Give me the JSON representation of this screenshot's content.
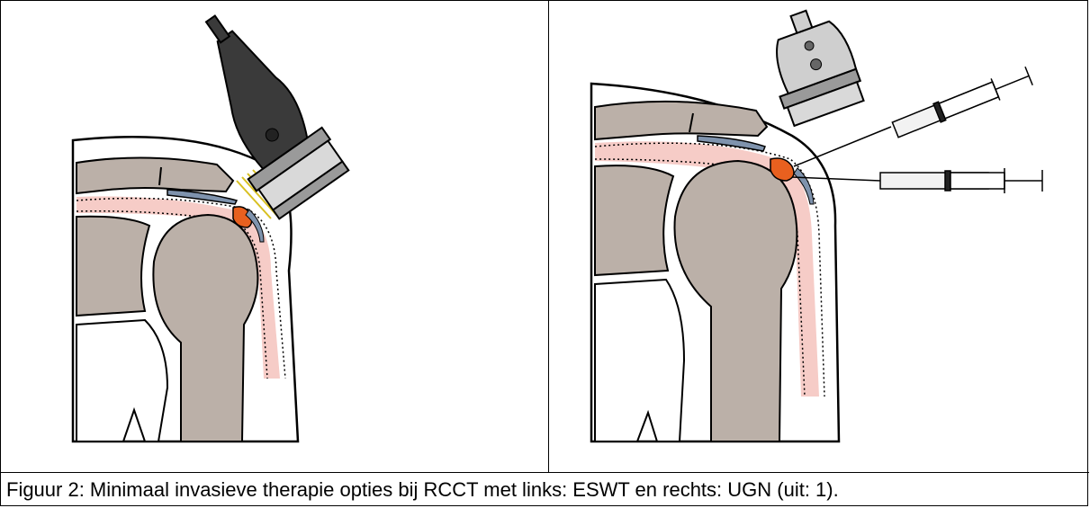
{
  "figure": {
    "caption": "Figuur 2: Minimaal invasieve therapie opties bij RCCT met links: ESWT en rechts: UGN (uit: 1).",
    "left_panel": {
      "illustration": "shoulder-eswt-ultrasound-probe"
    },
    "right_panel": {
      "illustration": "shoulder-ugn-needles-syringes"
    }
  },
  "colors": {
    "bone": "#bbb0a8",
    "bone_dark": "#a69a91",
    "bursa_blue": "#7f93ad",
    "calcification": "#e8601f",
    "tendon_pink": "#f4c3bd",
    "probe_dark": "#3a3a3a",
    "probe_grey": "#9a9a9a",
    "shockwave_yellow": "#d8c021"
  }
}
